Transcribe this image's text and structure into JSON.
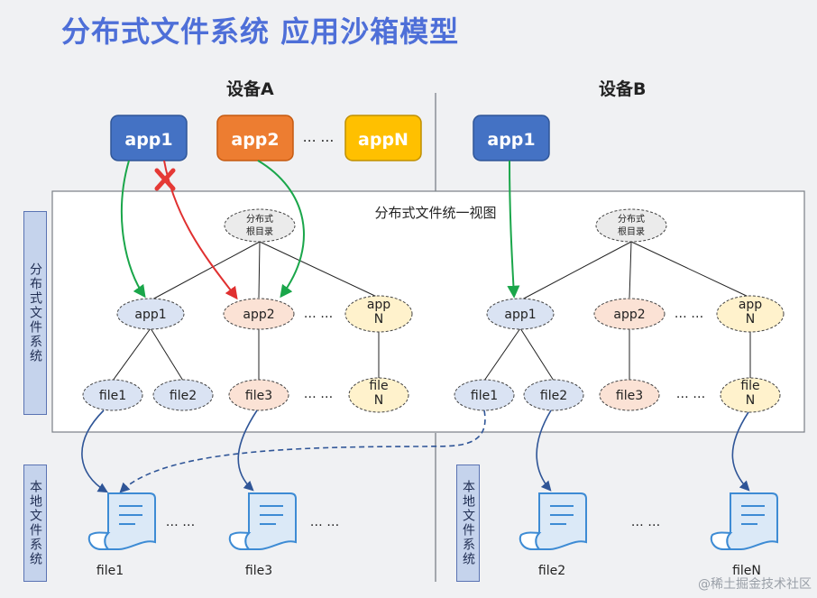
{
  "title": "分布式文件系统 应用沙箱模型",
  "device_a": {
    "label": "设备A",
    "apps": [
      "app1",
      "app2",
      "appN"
    ],
    "ellipsis": "… …"
  },
  "device_b": {
    "label": "设备B",
    "apps": [
      "app1"
    ]
  },
  "dfs_panel": {
    "label": "分布式文件统一视图"
  },
  "side_tabs": {
    "dfs": "分布式文件系统",
    "local_a": "本地文件系统",
    "local_b": "本地文件系统"
  },
  "tree_a": {
    "root_line1": "分布式",
    "root_line2": "根目录",
    "apps": [
      "app1",
      "app2",
      "…  …",
      "app\nN"
    ],
    "files": [
      "file1",
      "file2",
      "file3",
      "…  …",
      "file\nN"
    ]
  },
  "tree_b": {
    "root_line1": "分布式",
    "root_line2": "根目录",
    "apps": [
      "app1",
      "app2",
      "…  …",
      "app\nN"
    ],
    "files": [
      "file1",
      "file2",
      "file3",
      "…  …",
      "file\nN"
    ]
  },
  "local_a": {
    "files": [
      "file1",
      "file3"
    ],
    "ellipsis": "… …"
  },
  "local_b": {
    "files": [
      "file2",
      "fileN"
    ],
    "ellipsis": "… …"
  },
  "watermark": "@稀土掘金技术社区",
  "colors": {
    "title": "#4e6fd8",
    "app_blue": "#4472c4",
    "app_orange": "#ed7d31",
    "app_yellow": "#ffc000",
    "node_blue": "#dae3f3",
    "node_orange": "#fbe2d5",
    "node_yellow": "#fff2cc",
    "arrow_green": "#1aa64a",
    "arrow_red": "#e03030",
    "arrow_navy": "#2f5597"
  }
}
